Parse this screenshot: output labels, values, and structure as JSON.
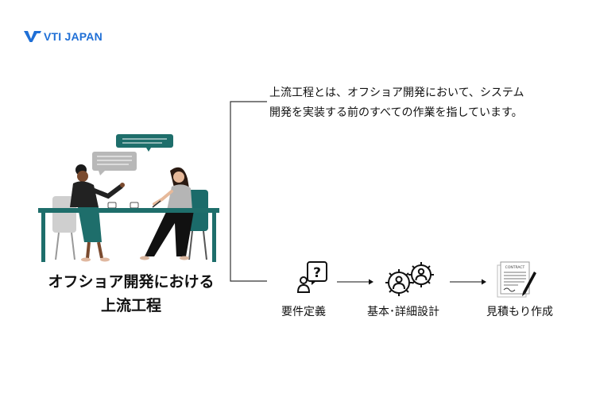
{
  "logo": {
    "text": "VTI JAPAN",
    "color": "#1f6fd6"
  },
  "title": {
    "line1": "オフショア開発における",
    "line2": "上流工程"
  },
  "description": {
    "line1": "上流工程とは、オフショア開発において、システム",
    "line2": "開発を実装する前のすべての作業を指しています。"
  },
  "steps": [
    {
      "label": "要件定義",
      "icon": "person-question-icon"
    },
    {
      "label": "基本･詳細設計",
      "icon": "people-gears-icon"
    },
    {
      "label": "見積もり作成",
      "icon": "contract-pen-icon"
    }
  ],
  "contract_text": "CONTRACT",
  "colors": {
    "accent": "#1e6e6b",
    "bubble_gray": "#b8b8b8",
    "chair_teal": "#1b6b6a"
  }
}
